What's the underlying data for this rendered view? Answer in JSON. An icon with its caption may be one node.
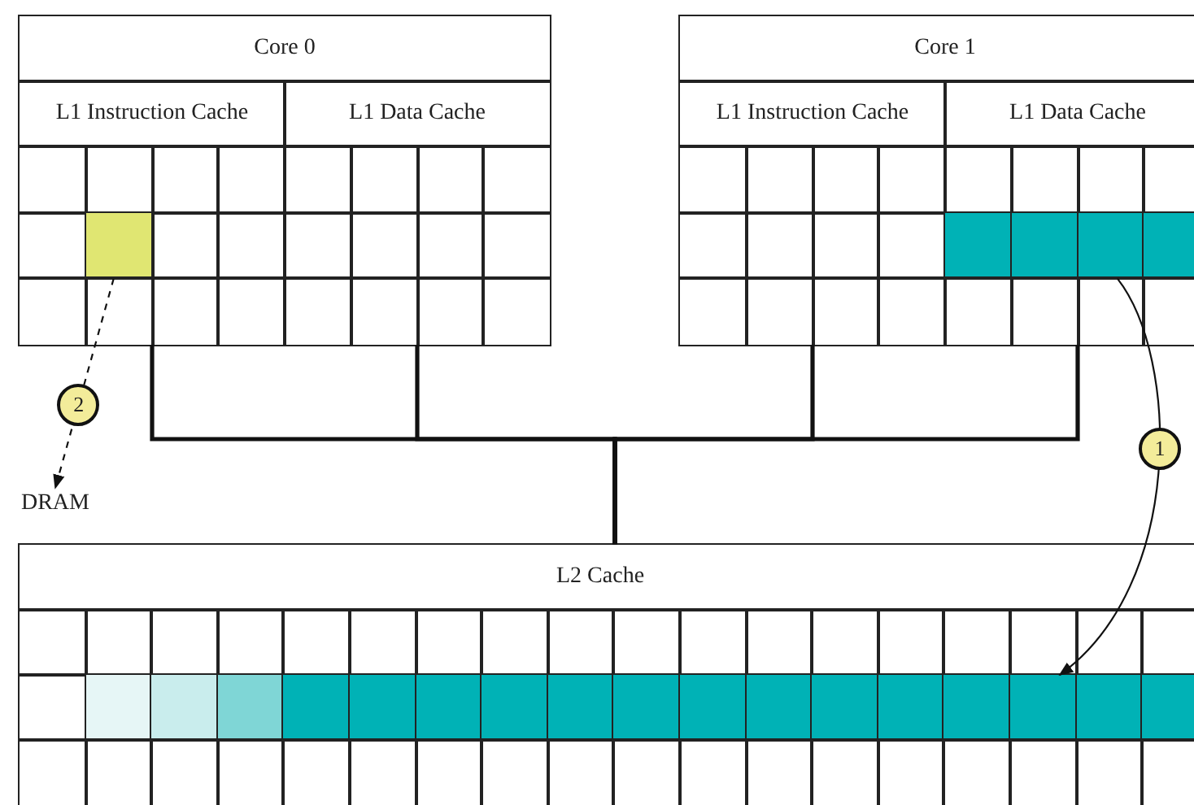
{
  "diagram": {
    "nodes": [
      {
        "text": [
          "Core 0"
        ]
      },
      {
        "text": [
          "L1 Instruction Cache"
        ],
        "in": 0
      },
      {
        "text": [
          "L1 Data Cache"
        ],
        "in": 0
      },
      {
        "text": [
          "Core 1"
        ]
      },
      {
        "text": [
          "L1 Instruction Cache"
        ],
        "in": 3
      },
      {
        "text": [
          "L1 Data Cache"
        ],
        "in": 3
      },
      {
        "text": [
          "L2 Cache"
        ]
      },
      {
        "text": [
          "DRAM"
        ]
      },
      {
        "text": [],
        "shape": "box",
        "in": 1
      },
      {
        "text": [],
        "shape": "box",
        "in": 5
      },
      {
        "text": [],
        "shape": "box",
        "in": 5
      },
      {
        "text": [],
        "shape": "box",
        "in": 5
      },
      {
        "text": [],
        "shape": "box",
        "in": 5
      },
      {
        "text": [],
        "shape": "box",
        "in": 6
      },
      {
        "text": [],
        "shape": "box",
        "in": 6
      },
      {
        "text": [],
        "shape": "box",
        "in": 6
      },
      {
        "text": [],
        "shape": "box",
        "in": 6
      },
      {
        "text": [],
        "shape": "box",
        "in": 6
      },
      {
        "text": [],
        "shape": "box",
        "in": 6
      },
      {
        "text": [],
        "shape": "box",
        "in": 6
      },
      {
        "text": [],
        "shape": "box",
        "in": 6
      },
      {
        "text": [],
        "shape": "box",
        "in": 6
      },
      {
        "text": [],
        "shape": "box",
        "in": 6
      },
      {
        "text": [],
        "shape": "box",
        "in": 6
      },
      {
        "text": [],
        "shape": "box",
        "in": 6
      },
      {
        "text": [],
        "shape": "box",
        "in": 6
      },
      {
        "text": [],
        "shape": "box",
        "in": 6
      },
      {
        "text": [],
        "shape": "box",
        "in": 6
      },
      {
        "text": [],
        "shape": "box",
        "in": 6
      },
      {
        "text": [],
        "shape": "box",
        "in": 6
      }
    ],
    "edges": [
      {
        "from": 1,
        "to": 6,
        "arrow": "none"
      },
      {
        "from": 2,
        "to": 6,
        "arrow": "none"
      },
      {
        "from": 4,
        "to": 6,
        "arrow": "none"
      },
      {
        "from": 5,
        "to": 6,
        "arrow": "none"
      },
      {
        "from": 11,
        "to": 27,
        "arrow": "to",
        "label": "1"
      },
      {
        "from": 8,
        "to": 7,
        "arrow": "to",
        "style": "dashed",
        "label": "2"
      }
    ]
  }
}
